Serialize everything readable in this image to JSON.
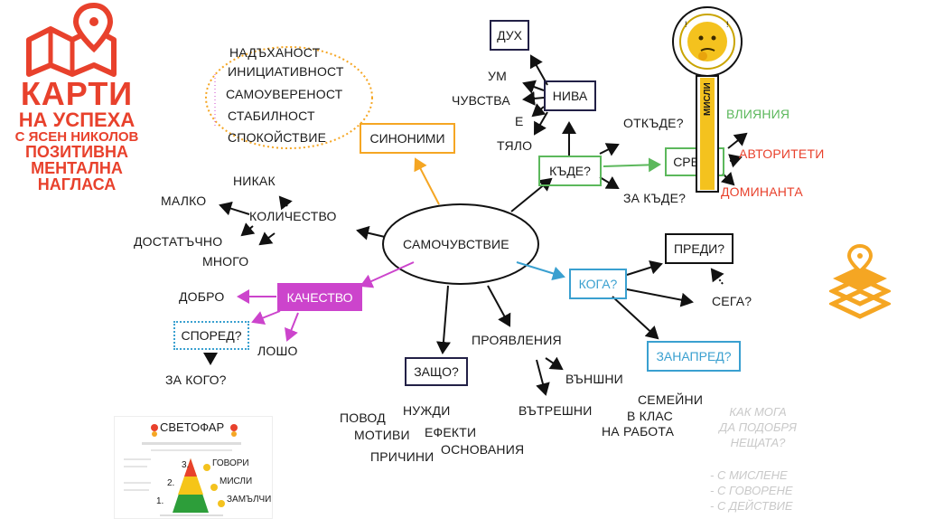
{
  "brand": {
    "line1": "КАРТИ",
    "line2": "НА УСПЕХА",
    "line3": "С ЯСЕН НИКОЛОВ",
    "line4": "ПОЗИТИВНА",
    "line5": "МЕНТАЛНА",
    "line6": "НАГЛАСА",
    "color": "#e8412c"
  },
  "center": "САМОЧУВСТВИЕ",
  "synonyms": {
    "label": "СИНОНИМИ",
    "items": [
      "НАДЪХАНОСТ",
      "ИНИЦИАТИВНОСТ",
      "САМОУВЕРЕНОСТ",
      "СТАБИЛНОСТ",
      "СПОКОЙСТВИЕ"
    ],
    "color": "#f5a623"
  },
  "quantity": {
    "label": "КОЛИЧЕСТВО",
    "items": [
      "НИКАК",
      "МАЛКО",
      "ДОСТАТЪЧНО",
      "МНОГО"
    ]
  },
  "quality": {
    "label": "КАЧЕСТВО",
    "good": "ДОБРО",
    "bad": "ЛОШО",
    "according": "СПОРЕД?",
    "for_whom": "ЗА КОГО?",
    "color": "#cc44cc"
  },
  "where": {
    "label": "КЪДЕ?",
    "color": "#5cb85c",
    "levels": {
      "label": "НИВА",
      "items": [
        "ДУХ",
        "УМ",
        "ЧУВСТВА",
        "Е",
        "ТЯЛО"
      ]
    },
    "from_where": "ОТКЪДЕ?",
    "to_where": "ЗА КЪДЕ?",
    "environment": {
      "label": "СРЕДА",
      "items": [
        "ВЛИЯНИЯ",
        "АВТОРИТЕТИ",
        "ДОМИНАНТА"
      ]
    }
  },
  "when": {
    "label": "КОГА?",
    "color": "#3aa0d0",
    "before": "ПРЕДИ?",
    "now": "СЕГА?",
    "from_now": "ЗАНАПРЕД?"
  },
  "why": {
    "label": "ЗАЩО?",
    "items": [
      "ПОВОД",
      "МОТИВИ",
      "ПРИЧИНИ",
      "НУЖДИ",
      "ЕФЕКТИ",
      "ОСНОВАНИЯ"
    ]
  },
  "manifestations": {
    "label": "ПРОЯВЛЕНИЯ",
    "outer": "ВЪНШНИ",
    "inner": "ВЪТРЕШНИ",
    "places": [
      "СЕМЕЙНИ",
      "В КЛАС",
      "НА РАБОТА"
    ]
  },
  "question": {
    "lines": [
      "КАК МОГА",
      "ДА ПОДОБРЯ",
      "НЕЩАТА?"
    ],
    "answers": [
      "- С МИСЛЕНЕ",
      "- С ГОВОРЕНЕ",
      "- С ДЕЙСТВИЕ"
    ]
  },
  "thumbnail": {
    "title": "СВЕТОФАР",
    "levels": [
      "ГОВОРИ",
      "МИСЛИ",
      "ЗАМЪЛЧИ"
    ],
    "numbers": [
      "3.",
      "2.",
      "1."
    ]
  },
  "lollipop": {
    "stick_label": "МИСЛИ"
  }
}
